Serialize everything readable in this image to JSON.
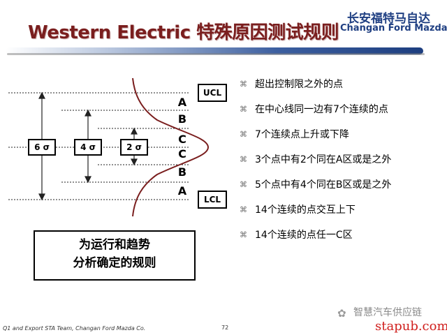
{
  "slide": {
    "title": "Western Electric 特殊原因测试规则",
    "brand_cn": "长安福特马自达",
    "brand_en": "Changan Ford Mazda",
    "footer": "Q1 and Export STA Team, Changan Ford Mazda Co.",
    "page_number": "72"
  },
  "diagram": {
    "ucl": "UCL",
    "lcl": "LCL",
    "zones": [
      "A",
      "B",
      "C",
      "C",
      "B",
      "A"
    ],
    "sigmas": [
      "6 σ",
      "4 σ",
      "2 σ"
    ]
  },
  "rules": [
    "超出控制限之外的点",
    "在中心线同一边有7个连续的点",
    "7个连续点上升或下降",
    "3个点中有2个同在A区或是之外",
    "5个点中有4个同在B区或是之外",
    "14个连续的点交互上下",
    "14个连续的点任一C区"
  ],
  "bullet_glyph": "⌘",
  "note": {
    "line1": "为运行和趋势",
    "line2": "分析确定的规则"
  },
  "watermark": {
    "cn": "智慧汽车供应链",
    "url": "stapub.com",
    "icon": "wechat-icon"
  },
  "colors": {
    "title": "#7a1e1e",
    "brand": "#1f3f82",
    "curve": "#7a1e1e",
    "url": "#d0201e"
  }
}
